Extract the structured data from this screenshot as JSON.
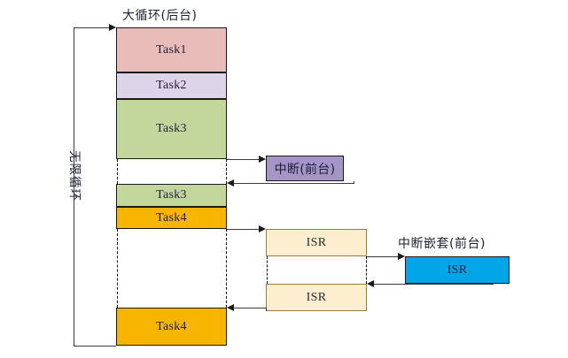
{
  "diagram": {
    "title_background_loop": "大循环(后台)",
    "label_infinite_loop": "无限循环",
    "label_interrupt_foreground": "中断(前台)",
    "label_nested_interrupt_foreground": "中断嵌套(前台)",
    "colors": {
      "task1": "#e8bcb9",
      "task2": "#dcd4e8",
      "task3": "#c3d69b",
      "task4": "#f7b500",
      "interrupt": "#a495c6",
      "isr_light": "#fdeed0",
      "isr_blue": "#00a6e8",
      "outline": "#1a1a1a"
    },
    "main_column": [
      {
        "name": "task1",
        "label": "Task1",
        "color": "#e8bcb9"
      },
      {
        "name": "task2",
        "label": "Task2",
        "color": "#dcd4e8"
      },
      {
        "name": "task3-first",
        "label": "Task3",
        "color": "#c3d69b"
      },
      {
        "name": "task3-resumed",
        "label": "Task3",
        "color": "#c3d69b"
      },
      {
        "name": "task4-first",
        "label": "Task4",
        "color": "#f7b500"
      },
      {
        "name": "task4-resumed",
        "label": "Task4",
        "color": "#f7b500"
      }
    ],
    "interrupt_boxes": [
      {
        "name": "interrupt-foreground",
        "label": "中断(前台)",
        "color": "#a495c6"
      },
      {
        "name": "isr-upper",
        "label": "ISR",
        "color": "#fdeed0"
      },
      {
        "name": "isr-lower",
        "label": "ISR",
        "color": "#fdeed0"
      },
      {
        "name": "isr-nested",
        "label": "ISR",
        "color": "#00a6e8"
      }
    ]
  }
}
